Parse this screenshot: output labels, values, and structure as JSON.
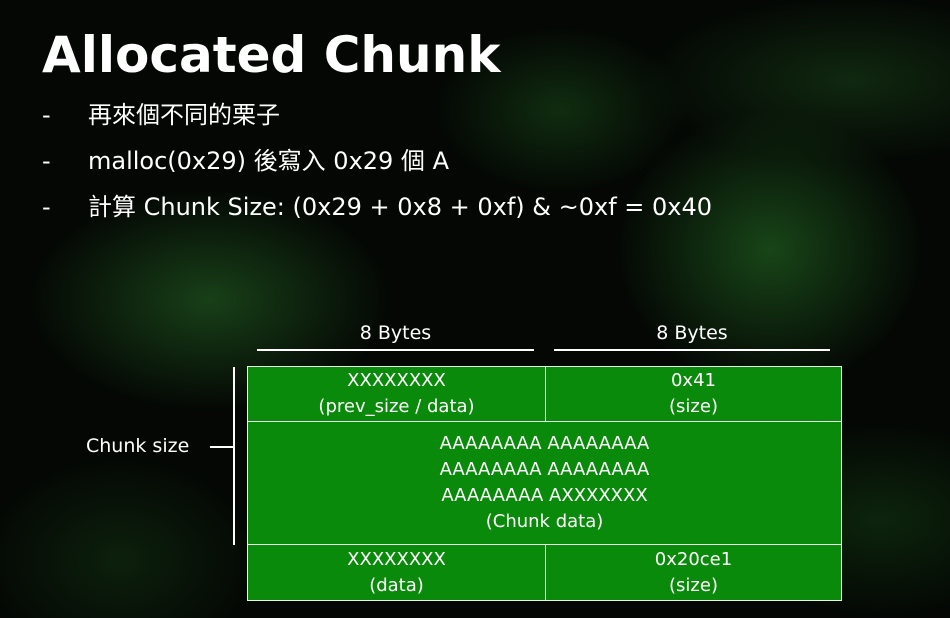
{
  "slide": {
    "title": "Allocated Chunk",
    "bullets": [
      {
        "marker": "-",
        "text": "再來個不同的栗子"
      },
      {
        "marker": "-",
        "text": "malloc(0x29) 後寫入 0x29 個 A"
      },
      {
        "marker": "-",
        "text": "計算 Chunk Size: (0x29 + 0x8 + 0xf) & ~0xf = 0x40"
      }
    ]
  },
  "diagram": {
    "header_left": "8 Bytes",
    "header_right": "8 Bytes",
    "side_label": "Chunk size",
    "cell_color": "#0a8a0a",
    "row1": {
      "left": {
        "line1": "XXXXXXXX",
        "line2": "(prev_size / data)"
      },
      "right": {
        "line1": "0x41",
        "line2": "(size)"
      }
    },
    "row2": {
      "line1": "AAAAAAAA AAAAAAAA",
      "line2": "AAAAAAAA AAAAAAAA",
      "line3": "AAAAAAAA AXXXXXXX",
      "line4": "(Chunk data)"
    },
    "row3": {
      "left": {
        "line1": "XXXXXXXX",
        "line2": "(data)"
      },
      "right": {
        "line1": "0x20ce1",
        "line2": "(size)"
      }
    }
  }
}
